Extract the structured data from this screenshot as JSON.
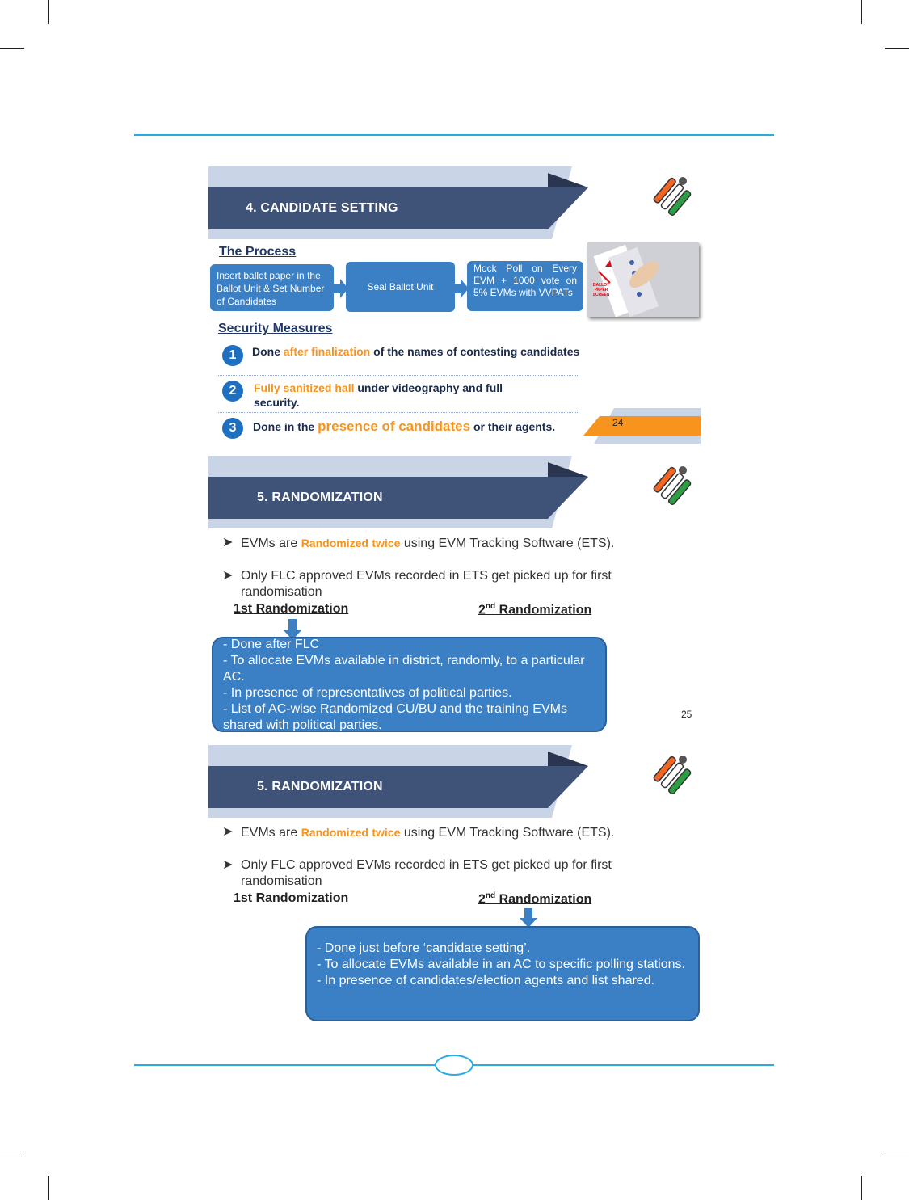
{
  "colors": {
    "accent": "#29abe2",
    "header_dark": "#3f5278",
    "header_light": "#c9d4e6",
    "box_blue": "#3b7fc4",
    "highlight_orange": "#f7941d"
  },
  "slide1": {
    "title": "4. CANDIDATE SETTING",
    "process_heading": "The Process",
    "process_steps": [
      "Insert ballot paper in the Ballot Unit & Set Number of Candidates",
      "Seal Ballot Unit",
      "Mock Poll on Every EVM + 1000 vote on 5% EVMs with VVPATs"
    ],
    "photo_label": "BALLOT PAPER SCREEN",
    "security_heading": "Security Measures",
    "measures": [
      {
        "num": "1",
        "pre": "Done ",
        "hl": "after finalization",
        "post": " of the names of contesting candidates"
      },
      {
        "num": "2",
        "pre": "",
        "hl": "Fully sanitized hall",
        "post": " under videography and full security."
      },
      {
        "num": "3",
        "pre": "Done in the ",
        "hl": "presence of candidates",
        "post": " or their agents."
      }
    ],
    "page_number": "24"
  },
  "slide2": {
    "title": "5. RANDOMIZATION",
    "bullet1": {
      "pre": "EVMs are ",
      "hl1": "Randomized",
      "mid": " twice",
      "post": " using EVM Tracking Software (ETS)."
    },
    "bullet2": "Only FLC approved EVMs recorded in ETS get picked up for first randomisation",
    "first_label": "1st Randomization",
    "second_label_num": "2",
    "second_label_sup": "nd",
    "second_label_text": " Randomization",
    "box_lines": [
      "- Done after FLC",
      "- To allocate EVMs available in district, randomly, to a particular AC.",
      "- In presence of representatives of political parties.",
      "- List of AC-wise Randomized CU/BU and the training EVMs shared with political parties."
    ],
    "page_number": "25"
  },
  "slide3": {
    "title": "5. RANDOMIZATION",
    "bullet1": {
      "pre": "EVMs are ",
      "hl1": "Randomized",
      "mid": " twice",
      "post": " using EVM Tracking Software (ETS)."
    },
    "bullet2": "Only FLC approved EVMs recorded in ETS get picked up for first randomisation",
    "first_label": "1st Randomization",
    "second_label_num": "2",
    "second_label_sup": "nd",
    "second_label_text": " Randomization",
    "box_lines": [
      "- Done just before ‘candidate setting’.",
      "- To allocate EVMs available in an AC to specific polling stations.",
      "- In presence of candidates/election agents and list shared."
    ]
  }
}
